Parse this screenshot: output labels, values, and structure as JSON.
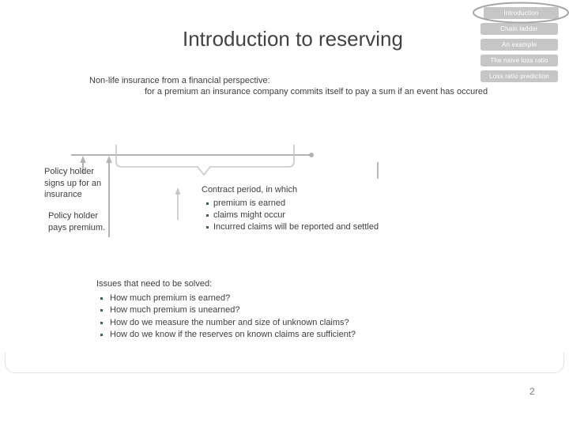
{
  "title": "Introduction to reserving",
  "nav": {
    "tabs": [
      {
        "label": "Introduction",
        "active": true
      },
      {
        "label": "Chain ladder",
        "active": false
      },
      {
        "label": "An example",
        "active": false
      },
      {
        "label": "The naive loss ratio",
        "active": false
      },
      {
        "label": "Loss ratio prediction",
        "active": false
      }
    ]
  },
  "intro": {
    "line1": "Non-life insurance from a financial perspective:",
    "line2": "for a premium an insurance company commits itself to pay a sum if an event has occured"
  },
  "diagram": {
    "policyholder_signs_up": "Policy holder\nsigns up for an\ninsurance",
    "policyholder_pays": "Policy holder\npays premium.",
    "contract": {
      "title": "Contract period, in which",
      "bullets": [
        "premium is earned",
        "claims might occur",
        "Incurred claims will be reported and settled"
      ]
    }
  },
  "issues": {
    "title": "Issues that need to be solved:",
    "bullets": [
      "How much premium is earned?",
      "How much premium is unearned?",
      "How do we measure the number and size of unknown claims?",
      "How do we know if the reserves on known claims are sufficient?"
    ]
  },
  "page_number": "2",
  "colors": {
    "tab_bg": "#c6c6c6",
    "tab_text": "#ffffff",
    "active_ellipse": "#a6a6a6",
    "body_text": "#3e3e3e",
    "diagram_line": "#b3b3b3",
    "bullet_square": "#336060",
    "page_number": "#7d7d7d"
  }
}
